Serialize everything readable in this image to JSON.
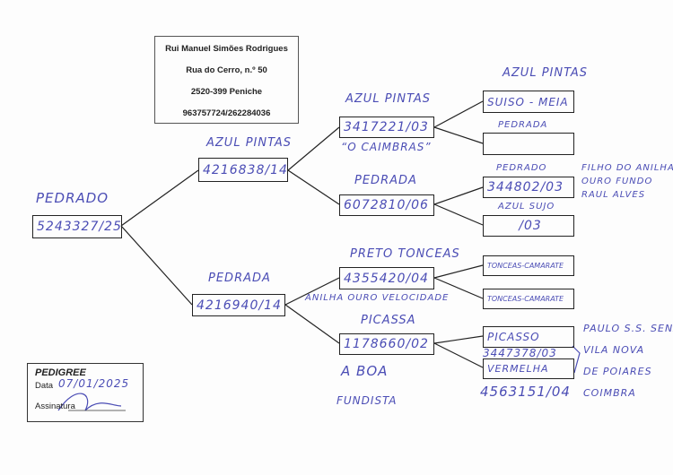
{
  "owner": {
    "name": "Rui Manuel Simões Rodrigues",
    "address": "Rua do Cerro, n.º 50",
    "postal": "2520-399 Peniche",
    "phones": "963757724/262284036"
  },
  "root": {
    "color": "PEDRADO",
    "ring": "5243327/25"
  },
  "sire": {
    "color": "AZUL PINTAS",
    "ring": "4216838/14"
  },
  "dam": {
    "color": "PEDRADA",
    "ring": "4216940/14"
  },
  "gen2": [
    {
      "color": "AZUL PINTAS",
      "ring": "3417221/03",
      "note": "“O CAIMBRAS”"
    },
    {
      "color": "PEDRADA",
      "ring": "6072810/06"
    },
    {
      "color": "PRETO TONCEAS",
      "ring": "4355420/04",
      "note": "ANILHA OURO VELOCIDADE"
    },
    {
      "color": "PICASSA",
      "ring": "1178660/02",
      "note1": "A BOA",
      "note2": "FUNDISTA"
    }
  ],
  "gen3": [
    {
      "color": "AZUL PINTAS",
      "ring": "SUISO - MEIA"
    },
    {
      "color": "PEDRADA",
      "ring": ""
    },
    {
      "color": "PEDRADO",
      "ring": "344802/03"
    },
    {
      "color": "AZUL SUJO",
      "ring": "/03"
    },
    {
      "ring": "TONCEAS-CAMARATE"
    },
    {
      "ring": "TONCEAS-CAMARATE"
    },
    {
      "ring": "PICASSO",
      "below": "3447378/03"
    },
    {
      "ring": "VERMELHA",
      "below": "4563151/04"
    }
  ],
  "notes": {
    "filho": [
      "FILHO DO ANILHA",
      "OURO FUNDO",
      "RAUL ALVES"
    ],
    "breeder": [
      "PAULO S.S. SENA",
      "VILA NOVA",
      "DE POIARES",
      "COIMBRA"
    ]
  },
  "pedigree_box": {
    "title": "PEDIGREE",
    "date_label": "Data",
    "date": "07/01/2025",
    "signature_label": "Assinatura"
  }
}
